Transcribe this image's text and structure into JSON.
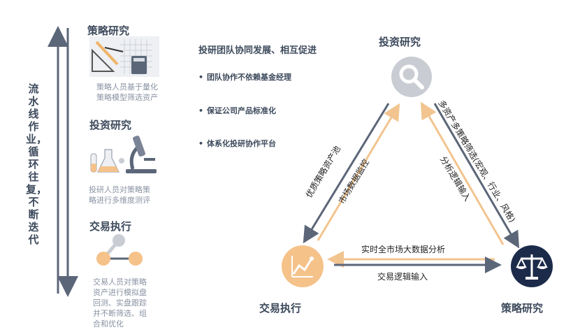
{
  "left_flow": {
    "vertical_text": "流水线作业，循环往复，不断迭代",
    "steps": [
      {
        "title": "策略研究",
        "desc_lines": [
          "策略人员基于量化",
          "策略模型筛选资产"
        ],
        "icon": "drafting-tools-icon"
      },
      {
        "title": "投资研究",
        "desc_lines": [
          "投研人员对策略策",
          "略进行多维度测评"
        ],
        "icon": "microscope-lab-icon"
      },
      {
        "title": "交易执行",
        "desc_lines": [
          "交易人员对策略",
          "资产进行模拟盘",
          "回测、实盘跟踪",
          "并不断筛选、组",
          "合和优化"
        ],
        "icon": "network-nodes-icon"
      }
    ]
  },
  "middle": {
    "heading": "投研团队协同发展、相互促进",
    "bullets": [
      "团队协作不依赖基金经理",
      "保证公司产品标准化",
      "体系化投研协作平台"
    ]
  },
  "cycle": {
    "nodes": {
      "top": {
        "label": "投资研究",
        "icon": "magnifier-icon",
        "color": "#c9cdd3"
      },
      "left": {
        "label": "交易执行",
        "icon": "line-chart-icon",
        "color": "#f5c28a"
      },
      "right": {
        "label": "策略研究",
        "icon": "scales-icon",
        "color": "#1c2b4a"
      }
    },
    "edges": {
      "left_outer": "优质策略资产池",
      "left_inner": "市场数据监控",
      "right_outer": "多资产多策略筛选(宏观、行业、风格)",
      "right_inner": "分析逻辑输入",
      "bottom_top": "实时全市场大数据分析",
      "bottom_bottom": "交易逻辑输入"
    },
    "colors": {
      "gray_arrow": "#5b6678",
      "orange_arrow": "#f2c48f"
    }
  }
}
